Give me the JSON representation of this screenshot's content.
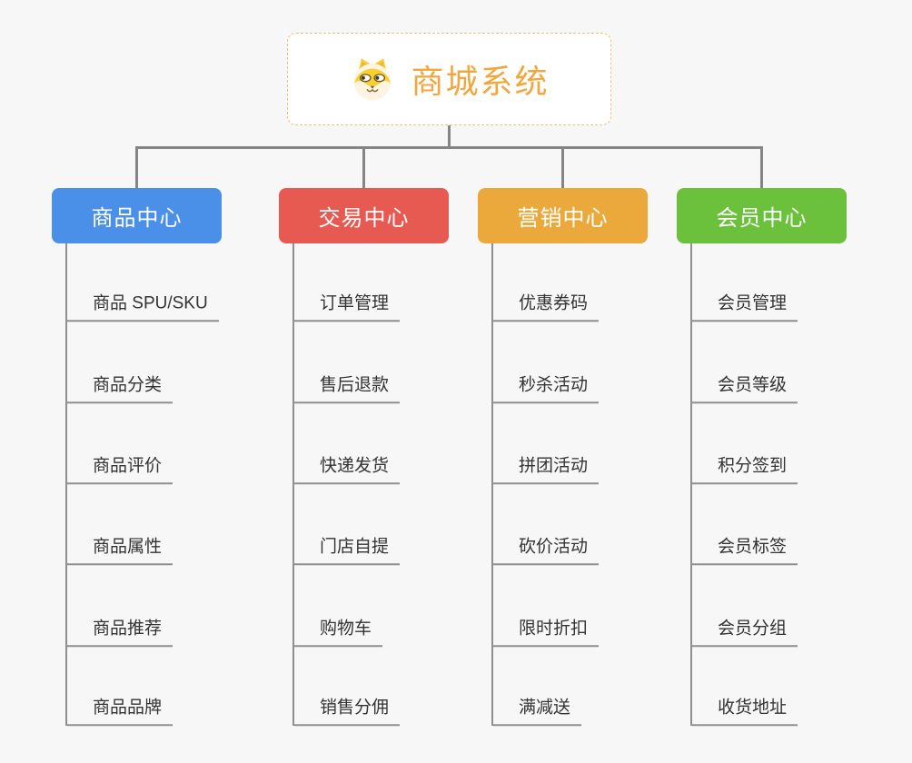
{
  "root": {
    "title": "商城系统",
    "icon": "dog-face-icon"
  },
  "branches": [
    {
      "label": "商品中心",
      "color": "#4b90e8",
      "children": [
        "商品 SPU/SKU",
        "商品分类",
        "商品评价",
        "商品属性",
        "商品推荐",
        "商品品牌"
      ]
    },
    {
      "label": "交易中心",
      "color": "#e75a52",
      "children": [
        "订单管理",
        "售后退款",
        "快递发货",
        "门店自提",
        "购物车",
        "销售分佣"
      ]
    },
    {
      "label": "营销中心",
      "color": "#eba93c",
      "children": [
        "优惠券码",
        "秒杀活动",
        "拼团活动",
        "砍价活动",
        "限时折扣",
        "满减送"
      ]
    },
    {
      "label": "会员中心",
      "color": "#6cc13c",
      "children": [
        "会员管理",
        "会员等级",
        "积分签到",
        "会员标签",
        "会员分组",
        "收货地址"
      ]
    }
  ],
  "colors": {
    "background": "#f7f7f7",
    "connector_line": "#858585",
    "leaf_underline": "#8f8f8f",
    "leaf_text": "#333333",
    "root_title": "#f1a73e",
    "root_border": "#f4bd72",
    "icon_yellow": "#f8d030",
    "icon_cream": "#fdf4e3"
  }
}
